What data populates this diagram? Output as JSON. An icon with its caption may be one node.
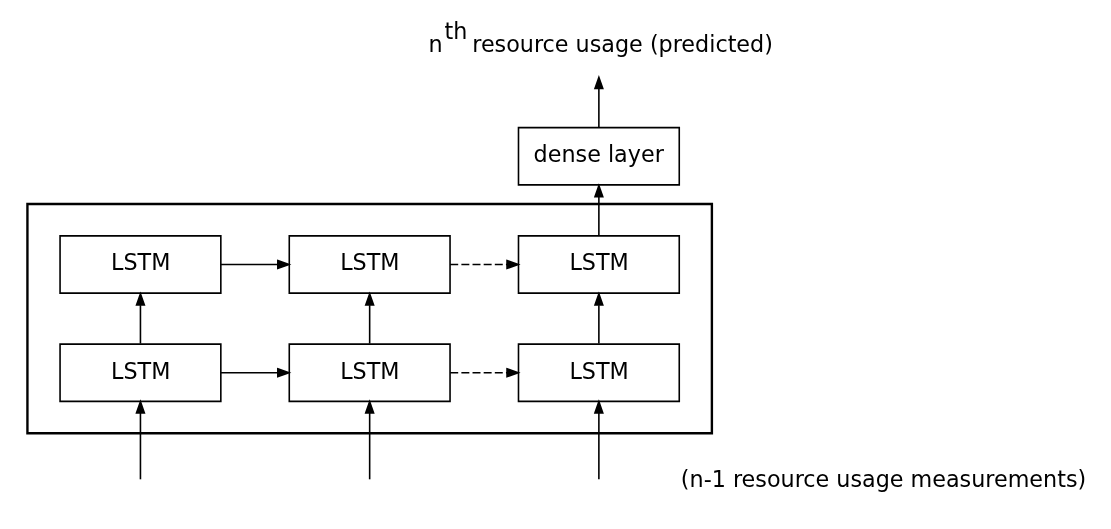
{
  "diagram": {
    "nodes": [
      {
        "text": [],
        "shape": "box"
      },
      {
        "text": [
          "LSTM"
        ],
        "in": 0
      },
      {
        "text": [
          "LSTM"
        ],
        "in": 0
      },
      {
        "text": [
          "LSTM"
        ],
        "in": 0
      },
      {
        "text": [
          "LSTM"
        ],
        "in": 0
      },
      {
        "text": [
          "LSTM"
        ],
        "in": 0
      },
      {
        "text": [
          "LSTM"
        ],
        "in": 0
      },
      {
        "text": [
          "dense layer"
        ]
      },
      {
        "text": [
          "n$^{th}$ resource usage (predicted)"
        ]
      }
    ],
    "edges": [
      {
        "from": 1,
        "to": 2,
        "arrow": "to"
      },
      {
        "from": 2,
        "to": 3,
        "arrow": "to",
        "style": "dashed"
      },
      {
        "from": 4,
        "to": 5,
        "arrow": "to"
      },
      {
        "from": 5,
        "to": 6,
        "arrow": "to",
        "style": "dashed"
      },
      {
        "from": 4,
        "to": 1,
        "arrow": "to"
      },
      {
        "from": 5,
        "to": 2,
        "arrow": "to"
      },
      {
        "from": 6,
        "to": 3,
        "arrow": "to"
      },
      {
        "from": 3,
        "to": 7,
        "arrow": "to"
      },
      {
        "from": 7,
        "to": 8,
        "arrow": "to"
      },
      {
        "from": null,
        "to": 4,
        "arrow": "to"
      },
      {
        "from": null,
        "to": 5,
        "arrow": "to"
      },
      {
        "from": null,
        "to": 6,
        "arrow": "to"
      }
    ],
    "labels": [
      "(n-1 resource usage measurements)"
    ]
  }
}
